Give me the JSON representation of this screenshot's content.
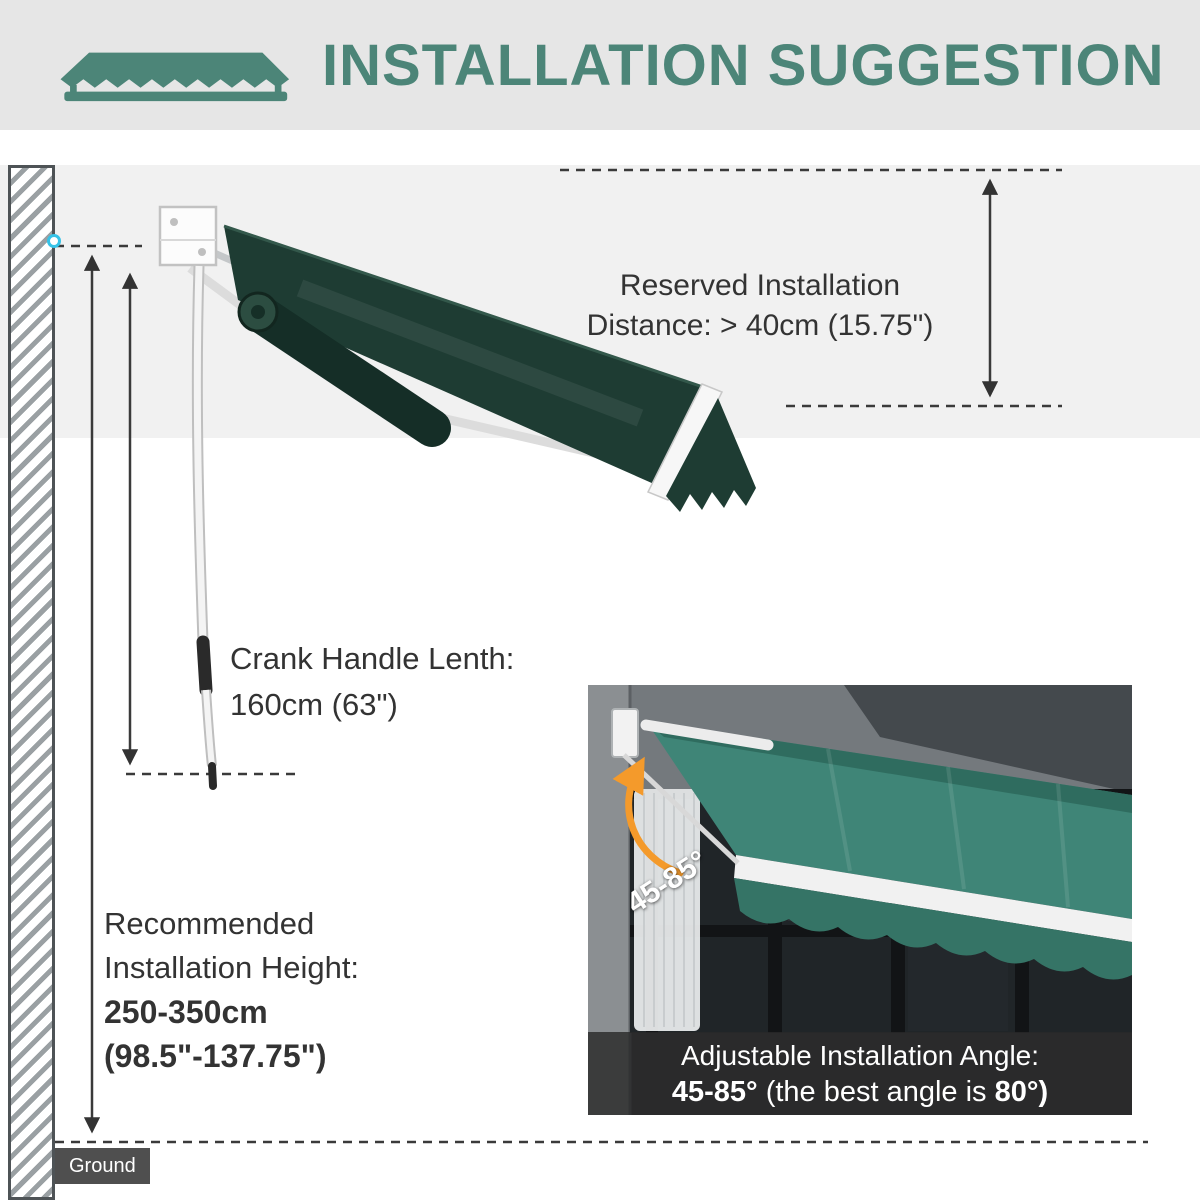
{
  "header": {
    "title": "INSTALLATION SUGGESTION"
  },
  "colors": {
    "accent_teal": "#4c8578",
    "awning_green": "#1e3c33",
    "inset_awning_teal": "#3f8577",
    "orange": "#f49a2b",
    "header_bg": "#e6e6e6",
    "band_bg": "#f1f1f1",
    "dim_line": "#3a3a3a"
  },
  "diagram": {
    "reserved": {
      "line1": "Reserved Installation",
      "line2": "Distance: > 40cm (15.75\")"
    },
    "crank": {
      "line1": "Crank Handle Lenth:",
      "line2": "160cm (63\")"
    },
    "height": {
      "line1": "Recommended",
      "line2": "Installation Height:",
      "line3": "250-350cm",
      "line4": "(98.5\"-137.75\")"
    },
    "ground_label": "Ground"
  },
  "inset": {
    "angle_label": "45-85°",
    "caption_line1": "Adjustable Installation Angle:",
    "caption_line2a": "45-85°",
    "caption_line2b": " (the best angle is ",
    "caption_line2c": "80°)"
  }
}
